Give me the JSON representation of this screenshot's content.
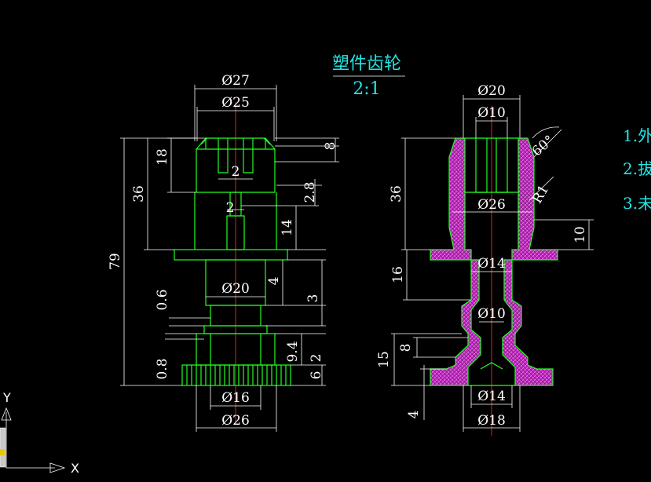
{
  "drawing": {
    "title": "塑件齿轮",
    "scale": "2:1"
  },
  "notes": [
    "1.外",
    "2.拔",
    "3.未"
  ],
  "ucs": {
    "y_label": "Y",
    "x_label": "X"
  },
  "left_view": {
    "dim_d27": "Ø27",
    "dim_d25": "Ø25",
    "dim_18": "18",
    "dim_8": "8",
    "dim_36": "36",
    "dim_2a": "2",
    "dim_2_8": "2.8",
    "dim_2b": "2",
    "dim_14": "14",
    "dim_79": "79",
    "dim_d20": "Ø20",
    "dim_4": "4",
    "dim_3": "3",
    "dim_0_6": "0.6",
    "dim_9_4": "9.4",
    "dim_2c": "2",
    "dim_0_8": "0.8",
    "dim_6": "6",
    "dim_d16": "Ø16",
    "dim_d26": "Ø26"
  },
  "right_view": {
    "dim_d20": "Ø20",
    "dim_d10a": "Ø10",
    "dim_60": "60°",
    "dim_36": "36",
    "dim_d26": "Ø26",
    "dim_r1": "R1",
    "dim_10": "10",
    "dim_16": "16",
    "dim_d14a": "Ø14",
    "dim_d10b": "Ø10",
    "dim_8": "8",
    "dim_15": "15",
    "dim_4": "4",
    "dim_d14b": "Ø14",
    "dim_d18": "Ø18"
  },
  "colors": {
    "background": "#000000",
    "outline": "#22ff22",
    "dimension": "#ffffff",
    "centerline": "#ff2a2a",
    "section_fill": "#cc33cc",
    "annotation": "#22e6e6"
  }
}
